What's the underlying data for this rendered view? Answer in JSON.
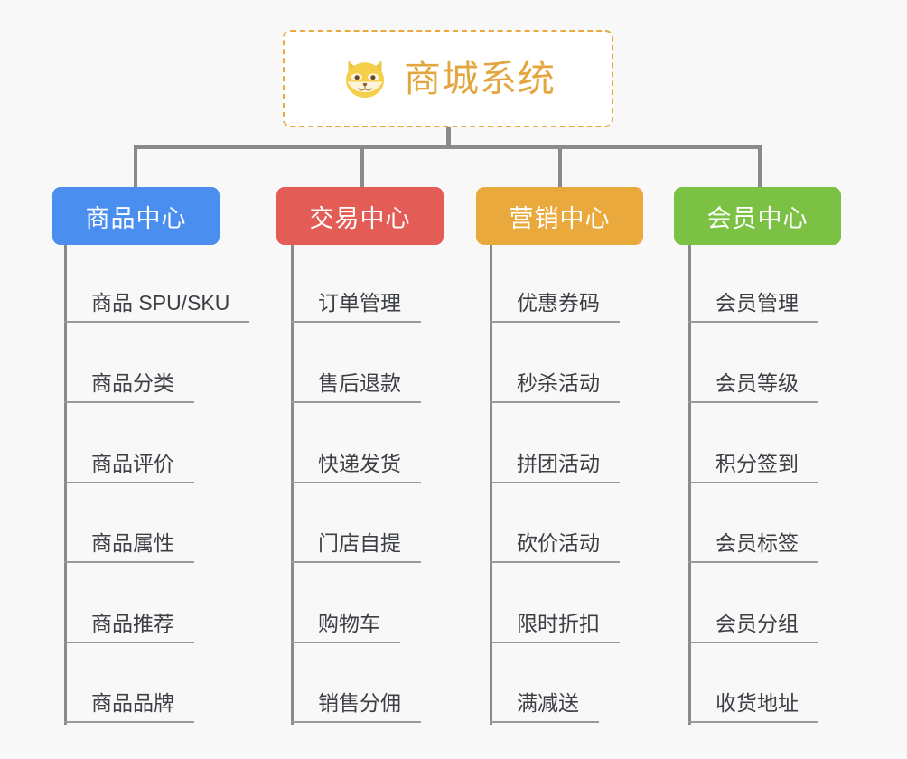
{
  "diagram": {
    "type": "mind-map",
    "background_color": "#f8f8f8",
    "connector_color": "#8a8a8a"
  },
  "root": {
    "title": "商城系统",
    "icon": "shiba-dog-face-emoji",
    "text_color": "#e3a63f",
    "border_color": "#e9a93f",
    "background_color": "#ffffff"
  },
  "branches": [
    {
      "label": "商品中心",
      "color": "#4a8ef0",
      "items": [
        "商品 SPU/SKU",
        "商品分类",
        "商品评价",
        "商品属性",
        "商品推荐",
        "商品品牌"
      ]
    },
    {
      "label": "交易中心",
      "color": "#e45c56",
      "items": [
        "订单管理",
        "售后退款",
        "快递发货",
        "门店自提",
        "购物车",
        "销售分佣"
      ]
    },
    {
      "label": "营销中心",
      "color": "#eaa93c",
      "items": [
        "优惠券码",
        "秒杀活动",
        "拼团活动",
        "砍价活动",
        "限时折扣",
        "满减送"
      ]
    },
    {
      "label": "会员中心",
      "color": "#7bc143",
      "items": [
        "会员管理",
        "会员等级",
        "积分签到",
        "会员标签",
        "会员分组",
        "收货地址"
      ]
    }
  ]
}
